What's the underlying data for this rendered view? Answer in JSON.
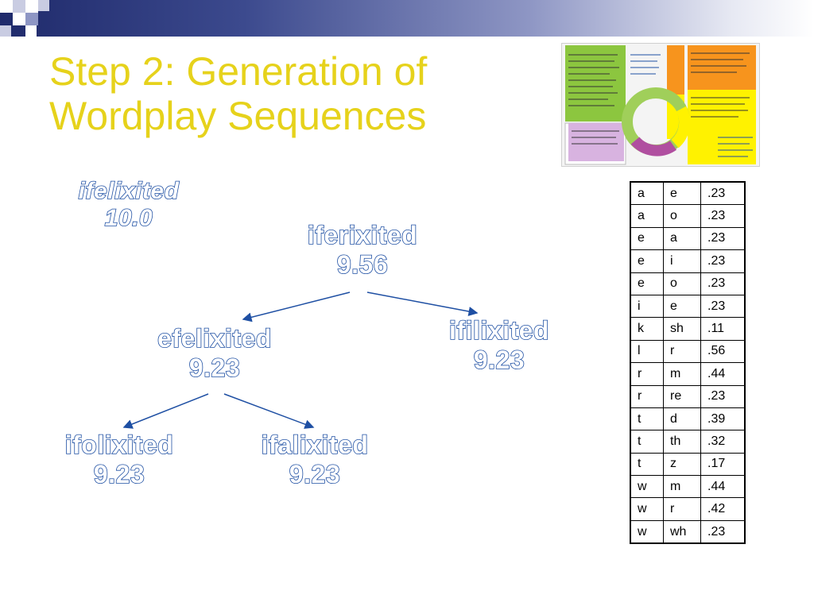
{
  "slide": {
    "title_line1": "Step 2: Generation of",
    "title_line2": "Wordplay Sequences"
  },
  "tree": {
    "root": {
      "word": "ifelixited",
      "score": "10.0"
    },
    "n1": {
      "word": "iferixited",
      "score": "9.56"
    },
    "n2": {
      "word": "efelixited",
      "score": "9.23"
    },
    "n3": {
      "word": "ifilixited",
      "score": "9.23"
    },
    "n4": {
      "word": "ifolixited",
      "score": "9.23"
    },
    "n5": {
      "word": "ifalixited",
      "score": "9.23"
    }
  },
  "table": {
    "rows": [
      [
        "a",
        "e",
        ".23"
      ],
      [
        "a",
        "o",
        ".23"
      ],
      [
        "e",
        "a",
        ".23"
      ],
      [
        "e",
        "i",
        ".23"
      ],
      [
        "e",
        "o",
        ".23"
      ],
      [
        "i",
        "e",
        ".23"
      ],
      [
        "k",
        "sh",
        ".11"
      ],
      [
        "l",
        "r",
        ".56"
      ],
      [
        "r",
        "m",
        ".44"
      ],
      [
        "r",
        "re",
        ".23"
      ],
      [
        "t",
        "d",
        ".39"
      ],
      [
        "t",
        "th",
        ".32"
      ],
      [
        "t",
        "z",
        ".17"
      ],
      [
        "w",
        "m",
        ".44"
      ],
      [
        "w",
        "r",
        ".42"
      ],
      [
        "w",
        "wh",
        ".23"
      ]
    ]
  },
  "colors": {
    "title": "#e6d21b",
    "word_outline": "#1e4fa3",
    "arrow": "#1e4fa3",
    "header_band": "#1f2a6b"
  },
  "icons": {
    "thumbnail": "process-diagram-thumbnail"
  }
}
